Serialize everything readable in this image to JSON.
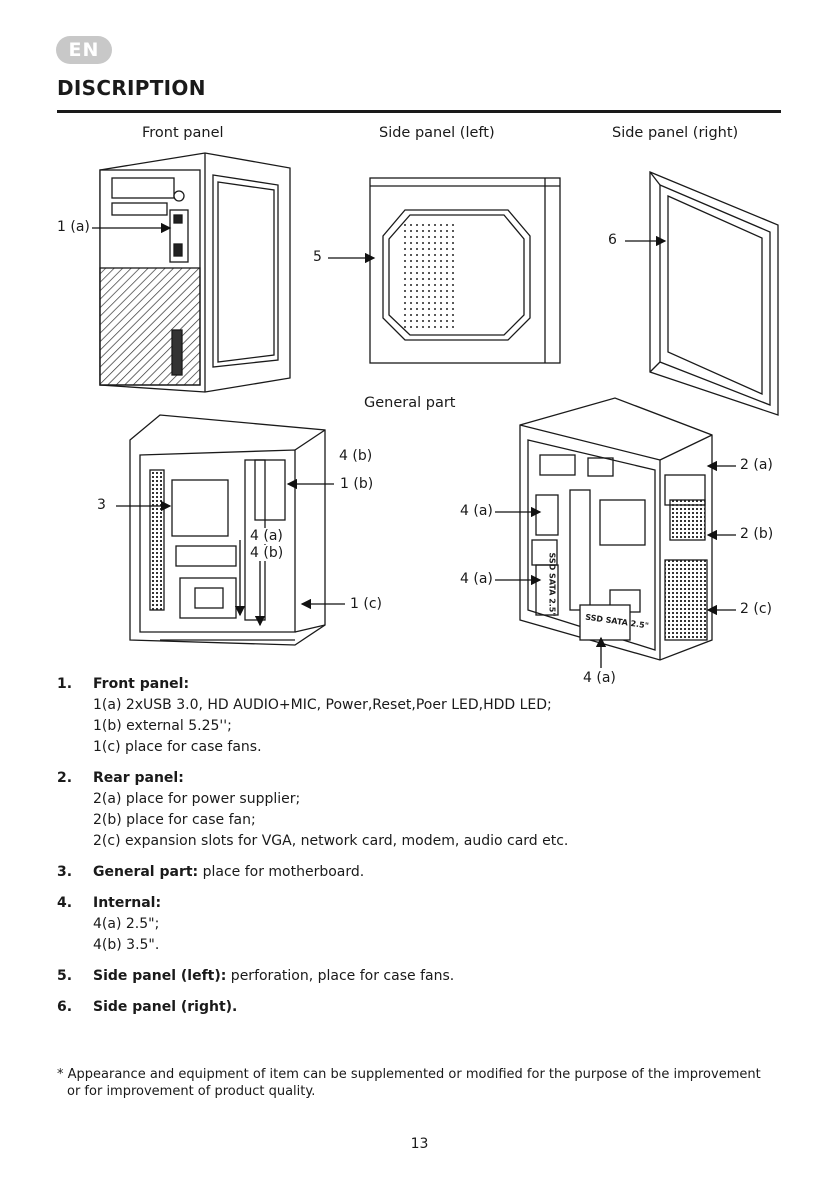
{
  "badge": "EN",
  "title": "DISCRIPTION",
  "captions": {
    "front": "Front panel",
    "side_left": "Side panel (left)",
    "side_right": "Side panel (right)",
    "general": "General part"
  },
  "callouts": {
    "front_1a": "1 (a)",
    "left_5": "5",
    "right_6": "6",
    "g_4b_top": "4 (b)",
    "g_1b": "1 (b)",
    "g_3": "3",
    "g_4a_inner": "4 (a)",
    "g_4b_inner": "4 (b)",
    "g_1c": "1 (c)",
    "r_4a_top": "4 (a)",
    "r_4a_mid": "4 (a)",
    "r_4a_bottom": "4 (a)",
    "r_2a": "2 (a)",
    "r_2b": "2 (b)",
    "r_2c": "2 (c)"
  },
  "diagram_text": {
    "ssd_label_1": "SSD SATA 2.5\"",
    "ssd_label_2": "SSD SATA 2.5\""
  },
  "items": [
    {
      "num": "1.",
      "head": "Front panel:",
      "tail": "",
      "subs": [
        "1(a) 2xUSB 3.0, HD AUDIO+MIC, Power,Reset,Poer LED,HDD LED;",
        "1(b) external 5.25'';",
        "1(c) place for case fans."
      ]
    },
    {
      "num": "2.",
      "head": "Rear panel:",
      "tail": "",
      "subs": [
        "2(a) place for power supplier;",
        "2(b) place for case fan;",
        "2(c) expansion slots for VGA, network card, modem, audio card etc."
      ]
    },
    {
      "num": "3.",
      "head": "General part:",
      "tail": " place for motherboard.",
      "subs": []
    },
    {
      "num": "4.",
      "head": "Internal:",
      "tail": "",
      "subs": [
        "4(a) 2.5\";",
        "4(b) 3.5\"."
      ]
    },
    {
      "num": "5.",
      "head": "Side panel (left):",
      "tail": " perforation, place for case fans.",
      "subs": []
    },
    {
      "num": "6.",
      "head": "Side panel (right).",
      "tail": "",
      "subs": []
    }
  ],
  "note": {
    "line1": "* Appearance and equipment of item can be supplemented or modified for the purpose of the improvement",
    "line2": "or for improvement of product quality."
  },
  "page_number": "13"
}
